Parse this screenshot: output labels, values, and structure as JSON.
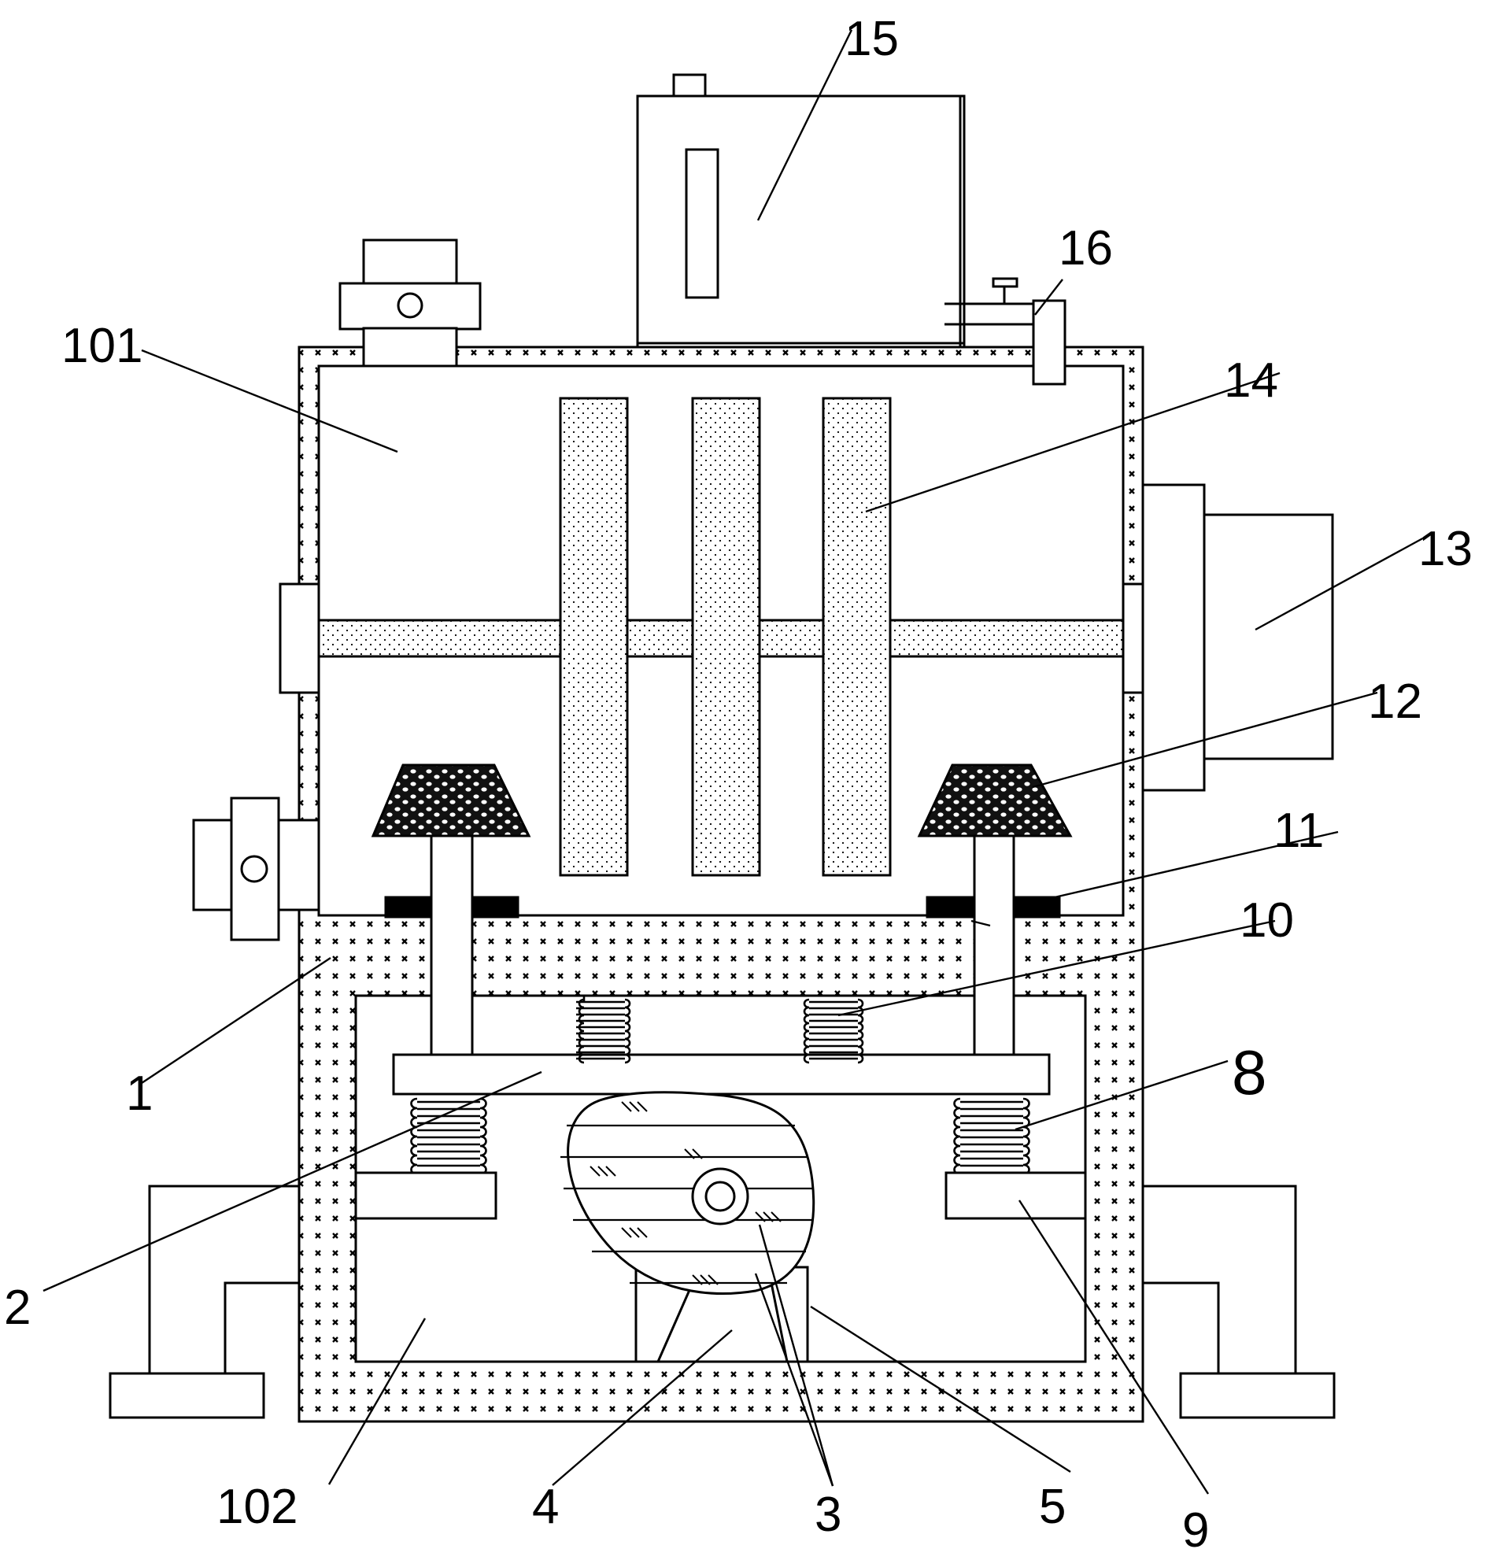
{
  "labels": {
    "l101": "101",
    "l102": "102",
    "l1": "1",
    "l2": "2",
    "l3": "3",
    "l4": "4",
    "l5": "5",
    "l8": "8",
    "l9": "9",
    "l10": "10",
    "l11": "11",
    "l12": "12",
    "l13": "13",
    "l14": "14",
    "l15": "15",
    "l16": "16"
  },
  "colors": {
    "line": "#000000",
    "background": "#ffffff",
    "wall_hatch": "#000000"
  }
}
